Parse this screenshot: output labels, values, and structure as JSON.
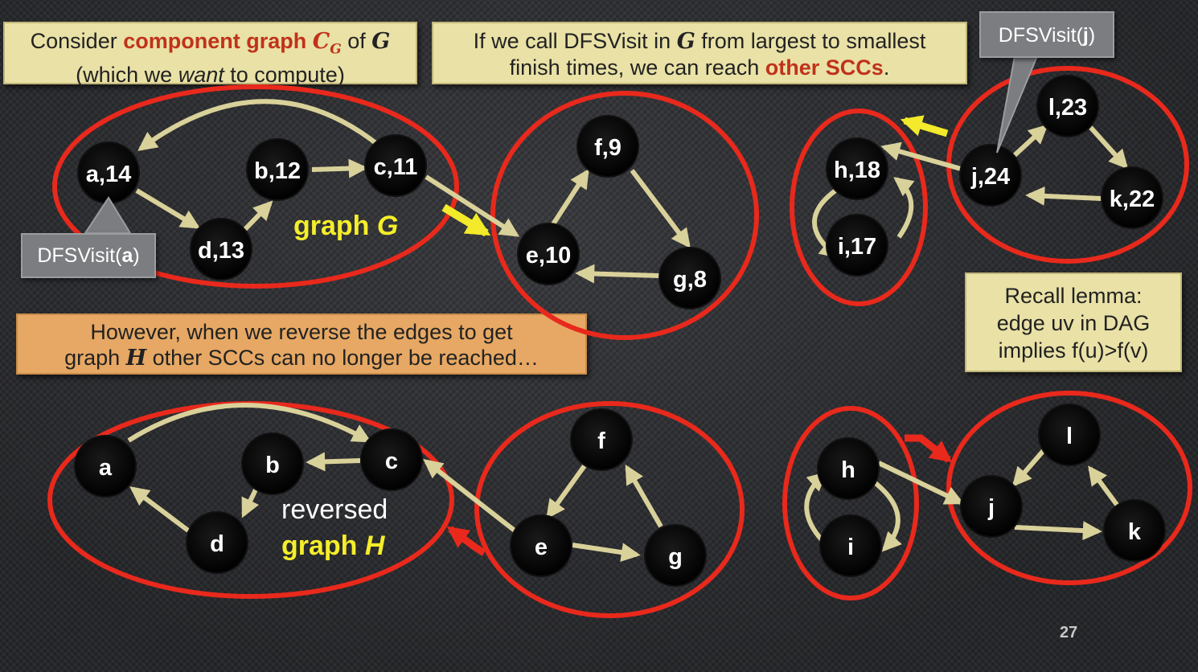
{
  "callouts": {
    "component": {
      "pre": "Consider ",
      "bold": "component graph ",
      "sym": "C",
      "sub": "G",
      "mid": " of ",
      "g": "G",
      "line2": "(which we ",
      "want": "want",
      "line2b": " to compute)"
    },
    "dfsorder": {
      "pre": "If we call DFSVisit in ",
      "g": "G",
      "mid": " from largest to smallest",
      "line2": "finish times, we can reach ",
      "red": "other SCCs",
      "end": "."
    },
    "however": {
      "line1": "However, when we reverse the edges to get",
      "pre": "graph ",
      "h": "H",
      "post": " other SCCs can no longer be reached…"
    },
    "lemma": {
      "line1": "Recall lemma:",
      "line2": "edge uv in DAG",
      "line3": "implies f(u)>f(v)"
    }
  },
  "tags": {
    "dfs_a": {
      "pre": "DFSVisit(",
      "arg": "a",
      "post": ")"
    },
    "dfs_j": {
      "pre": "DFSVisit(",
      "arg": "j",
      "post": ")"
    }
  },
  "graph_labels": {
    "g_word": "graph ",
    "g_sym": "G",
    "h_word1": "reversed",
    "h_word2": "graph ",
    "h_sym": "H"
  },
  "nodes_top": [
    "a,14",
    "b,12",
    "c,11",
    "d,13",
    "e,10",
    "f,9",
    "g,8",
    "h,18",
    "i,17",
    "j,24",
    "l,23",
    "k,22"
  ],
  "nodes_bottom": [
    "a",
    "b",
    "c",
    "d",
    "e",
    "f",
    "g",
    "h",
    "i",
    "j",
    "l",
    "k"
  ],
  "page_number": "27",
  "colors": {
    "scc_outline": "#e8291c",
    "edge": "#d9d19a",
    "highlight_arrow": "#f2ea2a",
    "node": "#000000"
  }
}
